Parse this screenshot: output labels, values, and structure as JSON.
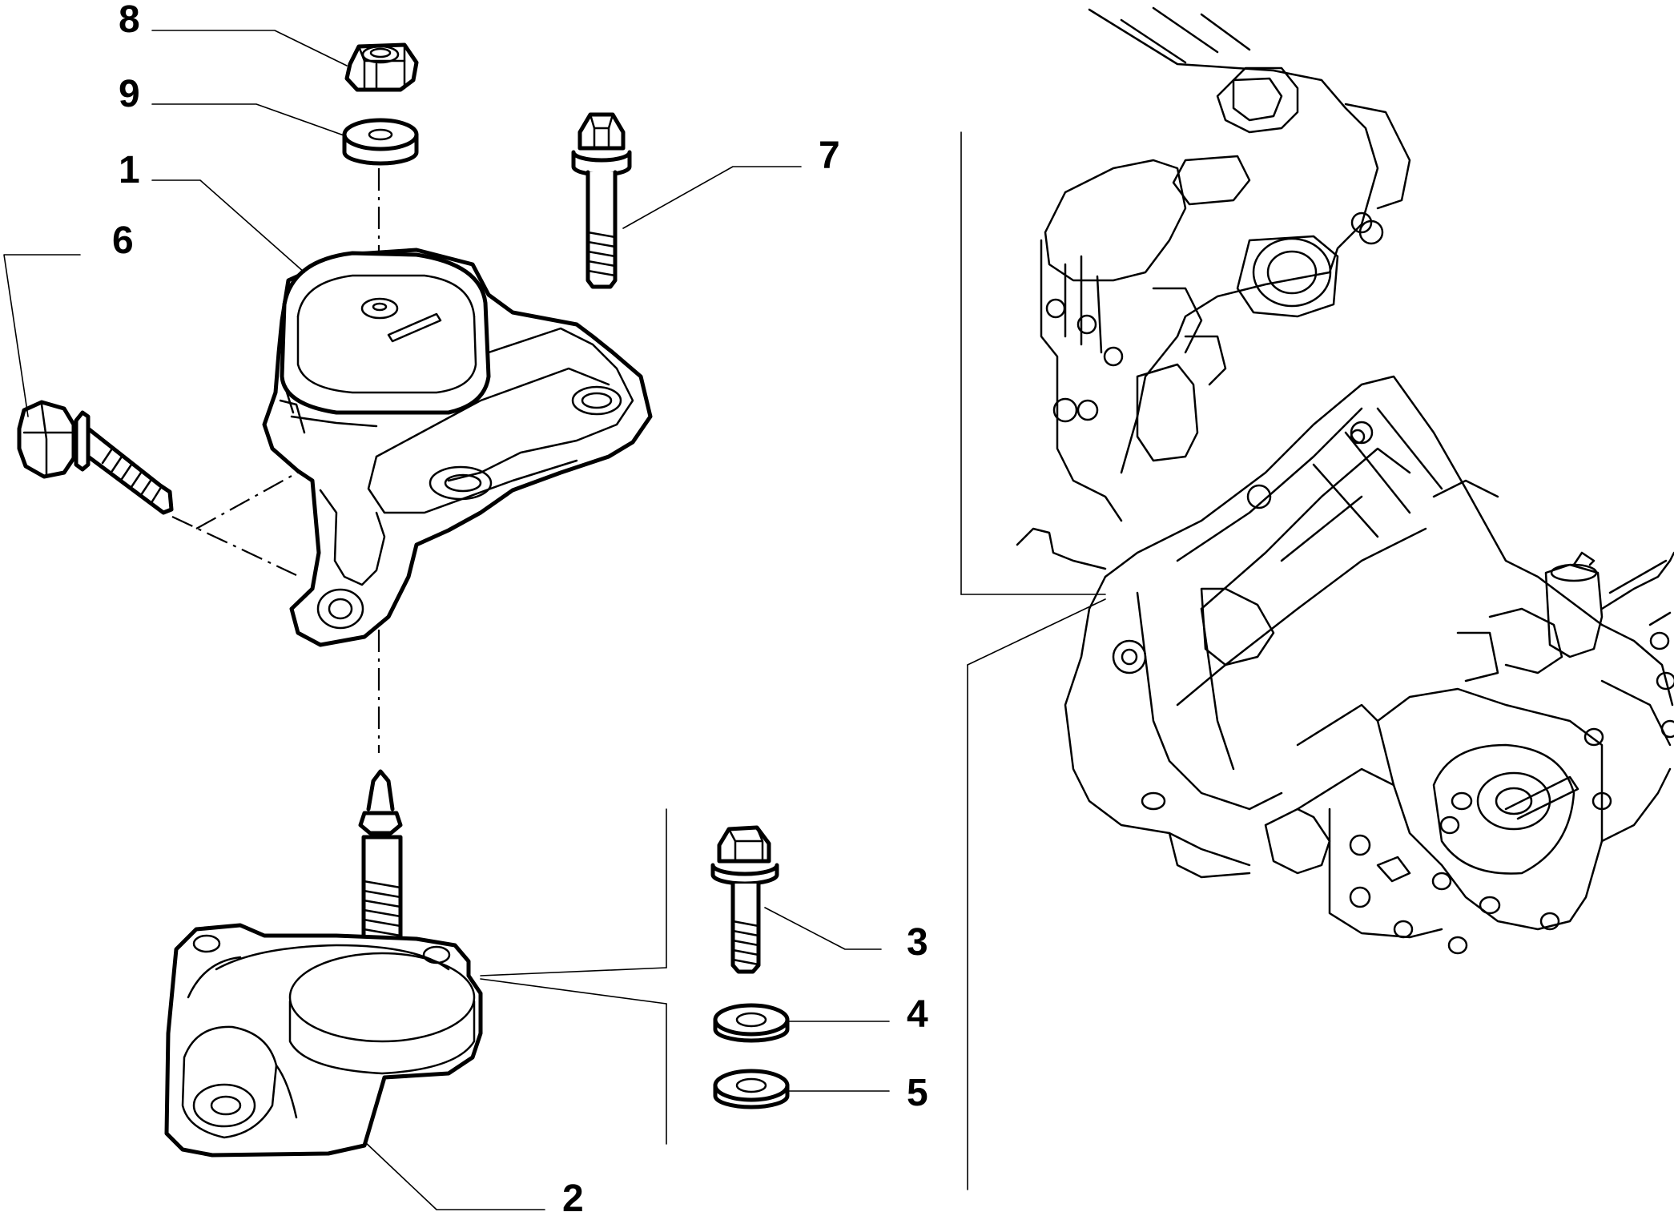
{
  "diagram": {
    "parts": [
      {
        "number": "1",
        "label_text": "1"
      },
      {
        "number": "2",
        "label_text": "2"
      },
      {
        "number": "3",
        "label_text": "3"
      },
      {
        "number": "4",
        "label_text": "4"
      },
      {
        "number": "5",
        "label_text": "5"
      },
      {
        "number": "6",
        "label_text": "6"
      },
      {
        "number": "7",
        "label_text": "7"
      },
      {
        "number": "8",
        "label_text": "8"
      },
      {
        "number": "9",
        "label_text": "9"
      }
    ]
  }
}
